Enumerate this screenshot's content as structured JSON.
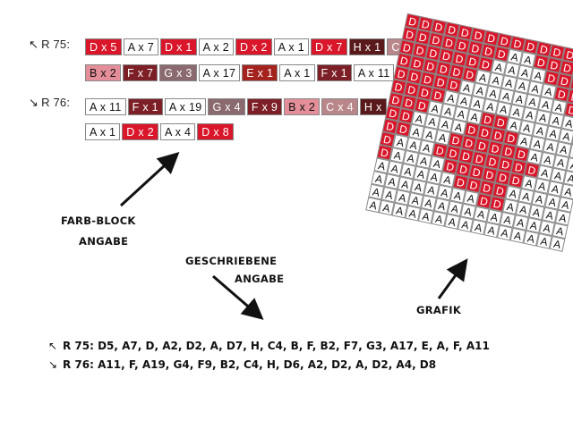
{
  "rows": {
    "r75_label": "R 75:",
    "r76_label": "R 76:",
    "r75_line1": [
      {
        "text": "D x 5",
        "color": "#d9162a",
        "tone": "dark"
      },
      {
        "text": "A x 7",
        "color": "#ffffff",
        "tone": "light"
      },
      {
        "text": "D x 1",
        "color": "#d9162a",
        "tone": "dark"
      },
      {
        "text": "A x 2",
        "color": "#ffffff",
        "tone": "light"
      },
      {
        "text": "D x 2",
        "color": "#d9162a",
        "tone": "dark"
      },
      {
        "text": "A x 1",
        "color": "#ffffff",
        "tone": "light"
      },
      {
        "text": "D x 7",
        "color": "#d9162a",
        "tone": "dark"
      },
      {
        "text": "H x 1",
        "color": "#5a1a1c",
        "tone": "dark"
      },
      {
        "text": "C",
        "color": "#b9868a",
        "tone": "dark"
      }
    ],
    "r75_line2": [
      {
        "text": "B x 2",
        "color": "#e48e9a",
        "tone": "light"
      },
      {
        "text": "F x 7",
        "color": "#7d1f26",
        "tone": "dark"
      },
      {
        "text": "G x 3",
        "color": "#8a6a6e",
        "tone": "dark"
      },
      {
        "text": "A x 17",
        "color": "#ffffff",
        "tone": "light"
      },
      {
        "text": "E x 1",
        "color": "#a5231f",
        "tone": "dark"
      },
      {
        "text": "A x 1",
        "color": "#ffffff",
        "tone": "light"
      },
      {
        "text": "F x 1",
        "color": "#7d1f26",
        "tone": "dark"
      },
      {
        "text": "A x 11",
        "color": "#ffffff",
        "tone": "light"
      }
    ],
    "r76_line1": [
      {
        "text": "A x 11",
        "color": "#ffffff",
        "tone": "light"
      },
      {
        "text": "F x 1",
        "color": "#7d1f26",
        "tone": "dark"
      },
      {
        "text": "A x 19",
        "color": "#ffffff",
        "tone": "light"
      },
      {
        "text": "G x 4",
        "color": "#8a6a6e",
        "tone": "dark"
      },
      {
        "text": "F x 9",
        "color": "#7d1f26",
        "tone": "dark"
      },
      {
        "text": "B x 2",
        "color": "#e48e9a",
        "tone": "light"
      },
      {
        "text": "C x 4",
        "color": "#b9868a",
        "tone": "dark"
      },
      {
        "text": "H x",
        "color": "#5a1a1c",
        "tone": "dark"
      }
    ],
    "r76_line2": [
      {
        "text": "A x 1",
        "color": "#ffffff",
        "tone": "light"
      },
      {
        "text": "D x 2",
        "color": "#d9162a",
        "tone": "dark"
      },
      {
        "text": "A x 4",
        "color": "#ffffff",
        "tone": "light"
      },
      {
        "text": "D x 8",
        "color": "#d9162a",
        "tone": "dark"
      }
    ]
  },
  "captions": {
    "farb_line1": "FARB-BLOCK",
    "farb_line2": "ANGABE",
    "geschr_line1": "GESCHRIEBENE",
    "geschr_line2": "ANGABE",
    "grafik": "GRAFIK"
  },
  "written": {
    "r75": "R 75: D5, A7, D, A2, D2, A, D7, H, C4, B, F, B2, F7, G3, A17, E, A, F, A11",
    "r76": "R 76: A11, F, A19, G4, F9, B2, C4, H, D6, A2, D2, A, D2, A4, D8"
  },
  "icons": {
    "r75_arrow": "↖",
    "r76_arrow": "↘"
  },
  "grid": {
    "letters": {
      "D": "D",
      "A": "A"
    },
    "colors": {
      "D": "#d9162a",
      "A": "#ffffff"
    },
    "rows": [
      "DDDDDDDDDDDDDDD",
      "DDDDDDDDAADDDDD",
      "DDDDDDDAAAADDDD",
      "DDDDDDAAAAAADDD",
      "DDDDDAAAAAAAADD",
      "DDDDAAAAAAAAAAD",
      "DDDAAAADDAAAAAA",
      "DDAAAADDDDAAAAA",
      "DDAAADDDDDDAAAA",
      "DAAADDDDDDDDAAA",
      "DAAAADDDDDDAAAA",
      "AAAAAADDDDAAAAA",
      "AAAAAAAADDAAAAA",
      "AAAAAAAAAAAAAAA",
      "AAAAAAAAAAAAAAA"
    ]
  }
}
